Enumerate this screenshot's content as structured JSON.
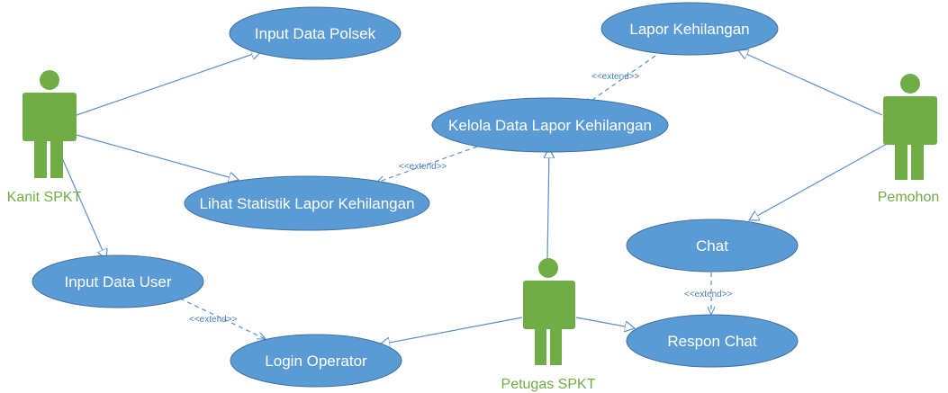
{
  "use_cases": {
    "input_data_polsek": "Input Data Polsek",
    "lapor_kehilangan": "Lapor Kehilangan",
    "kelola_data_lapor": "Kelola Data Lapor Kehilangan",
    "lihat_statistik": "Lihat Statistik Lapor Kehilangan",
    "chat": "Chat",
    "input_data_user": "Input Data User",
    "respon_chat": "Respon Chat",
    "login_operator": "Login Operator"
  },
  "actors": {
    "kanit": "Kanit SPKT",
    "pemohon": "Pemohon",
    "petugas": "Petugas SPKT"
  },
  "stereotypes": {
    "extend_lapor": "<<extend>>",
    "extend_statistik": "<<extend>>",
    "extend_chat": "<<extend>>",
    "extend_user": "<<extend>>"
  },
  "colors": {
    "use_case_fill": "#5b9bd5",
    "actor_fill": "#70ad47",
    "edge": "#5b8fcf"
  }
}
